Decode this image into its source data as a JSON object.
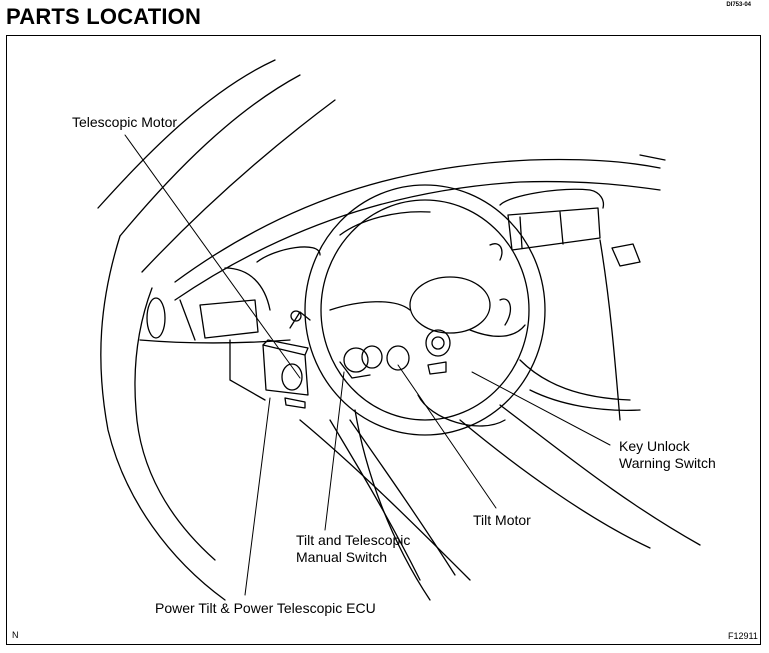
{
  "header": {
    "title": "PARTS LOCATION",
    "code": "DI753-04"
  },
  "labels": {
    "telescopic_motor": "Telescopic Motor",
    "key_unlock_line1": "Key Unlock",
    "key_unlock_line2": "Warning Switch",
    "tilt_motor": "Tilt Motor",
    "tilt_tele_line1": "Tilt and Telescopic",
    "tilt_tele_line2": "Manual Switch",
    "ecu": "Power Tilt & Power Telescopic ECU"
  },
  "footer": {
    "left_mark": "N",
    "figure_id": "F12911"
  }
}
